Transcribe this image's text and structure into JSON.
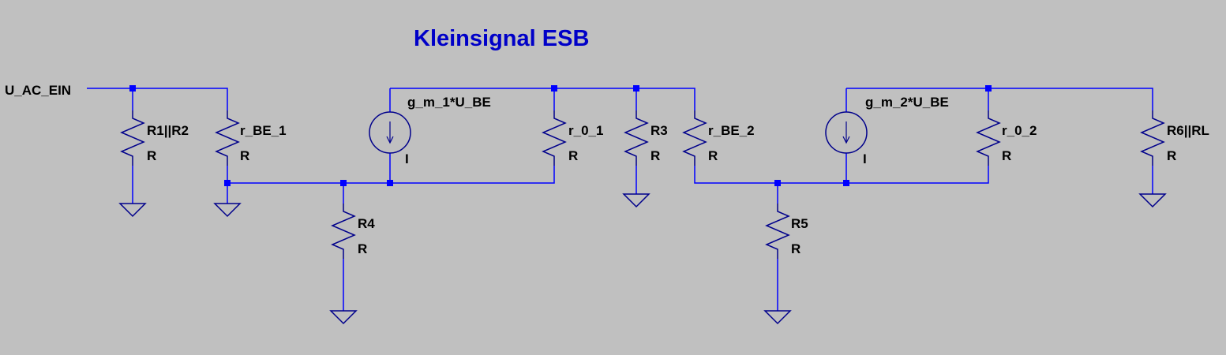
{
  "title": "Kleinsignal ESB",
  "colors": {
    "background": "#c0c0c0",
    "wire": "#0000ff",
    "component": "#00008b",
    "junction": "#0000ff",
    "title": "#0000c8",
    "label": "#000000"
  },
  "nets": {
    "input": "U_AC_EIN"
  },
  "resistors": [
    {
      "id": "r1r2",
      "name": "R1||R2",
      "value": "R"
    },
    {
      "id": "rbe1",
      "name": "r_BE_1",
      "value": "R"
    },
    {
      "id": "r4",
      "name": "R4",
      "value": "R"
    },
    {
      "id": "r01",
      "name": "r_0_1",
      "value": "R"
    },
    {
      "id": "r3",
      "name": "R3",
      "value": "R"
    },
    {
      "id": "rbe2",
      "name": "r_BE_2",
      "value": "R"
    },
    {
      "id": "r5",
      "name": "R5",
      "value": "R"
    },
    {
      "id": "r02",
      "name": "r_0_2",
      "value": "R"
    },
    {
      "id": "r6rl",
      "name": "R6||RL",
      "value": "R"
    }
  ],
  "current_sources": [
    {
      "id": "gm1",
      "name": "g_m_1*U_BE",
      "value": "I"
    },
    {
      "id": "gm2",
      "name": "g_m_2*U_BE",
      "value": "I"
    }
  ],
  "grounds": [
    "gnd-r1r2",
    "gnd-rbe1",
    "gnd-r4",
    "gnd-r3",
    "gnd-r5",
    "gnd-r6rl"
  ]
}
